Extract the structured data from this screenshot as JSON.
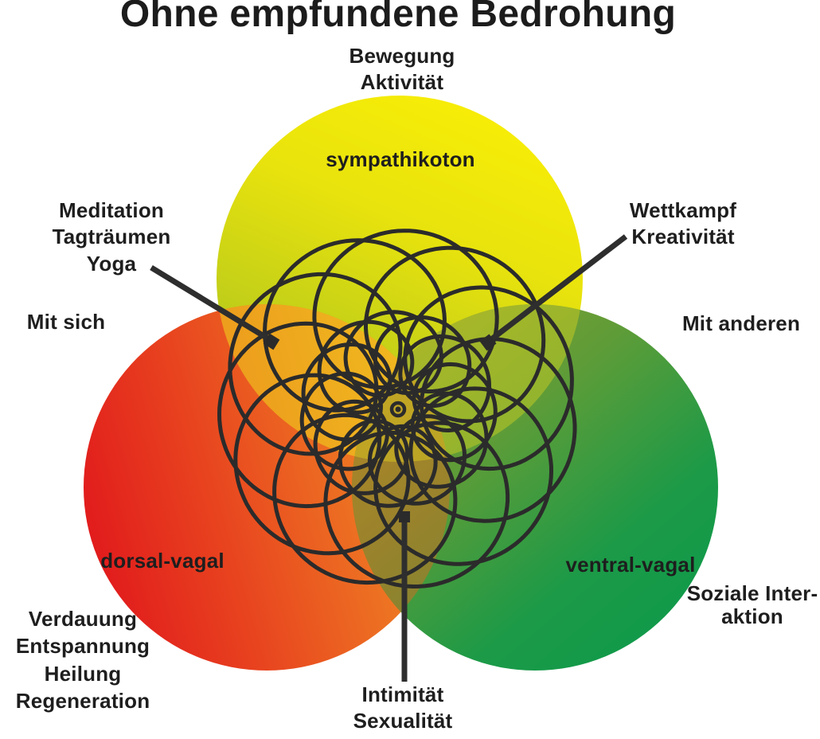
{
  "title": "Ohne empfundene Bedrohung",
  "labels": {
    "activity": [
      "Bewegung",
      "Aktivität"
    ],
    "sympathetic": "sympathikoton",
    "meditation": [
      "Meditation",
      "Tagträumen",
      "Yoga"
    ],
    "with_self": "Mit sich",
    "competition": [
      "Wettkampf",
      "Kreativität"
    ],
    "with_others": "Mit anderen",
    "dorsal": "dorsal-vagal",
    "ventral": "ventral-vagal",
    "regeneration": [
      "Verdauung",
      "Entspannung",
      "Heilung",
      "Regeneration"
    ],
    "social": [
      "Soziale Inter-",
      "aktion"
    ],
    "intimacy": [
      "Intimität",
      "Sexualität"
    ]
  },
  "colors": {
    "sympathetic_yellow": "#f2e70c",
    "sympathetic_yellow_green": "#9ab526",
    "dorsal_red": "#e0141c",
    "dorsal_orange": "#f29a28",
    "ventral_olive": "#96a02c",
    "ventral_green": "#0b9a4b",
    "overlap_gold": "#eab01e",
    "overlap_olive": "#8c8131",
    "ink": "#1e1e1e"
  }
}
